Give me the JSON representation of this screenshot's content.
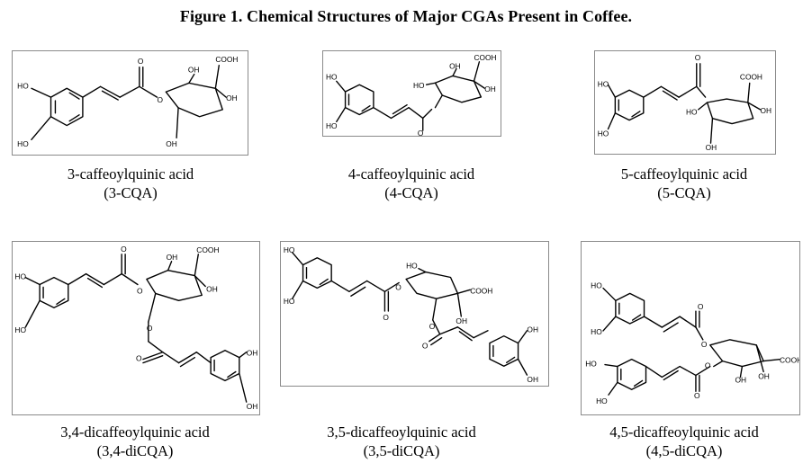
{
  "figure": {
    "title": "Figure 1. Chemical Structures of Major CGAs Present in Coffee."
  },
  "labels": {
    "cooh": "COOH",
    "oh": "OH",
    "ho": "HO",
    "o": "O"
  },
  "compounds": [
    {
      "name": "3-caffeoylquinic acid",
      "abbr": "(3-CQA)"
    },
    {
      "name": "4-caffeoylquinic acid",
      "abbr": "(4-CQA)"
    },
    {
      "name": "5-caffeoylquinic acid",
      "abbr": "(5-CQA)"
    },
    {
      "name": "3,4-dicaffeoylquinic acid",
      "abbr": "(3,4-diCQA)"
    },
    {
      "name": "3,5-dicaffeoylquinic acid",
      "abbr": "(3,5-diCQA)"
    },
    {
      "name": "4,5-dicaffeoylquinic acid",
      "abbr": "(4,5-diCQA)"
    }
  ]
}
